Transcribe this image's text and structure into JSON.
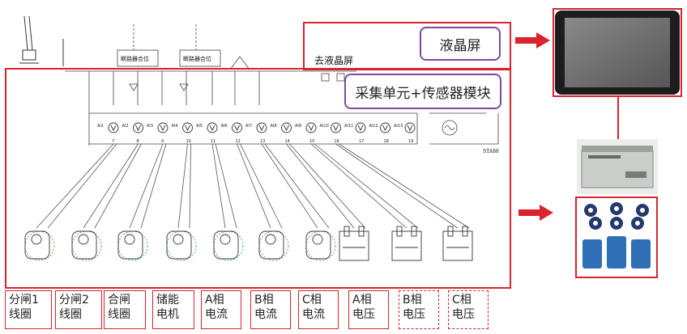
{
  "callouts": {
    "lcd": "液晶屏",
    "collector": "采集单元+传感器模块",
    "to_lcd": "去液晶屏"
  },
  "labels": [
    {
      "line1": "分闸1",
      "line2": "线圈",
      "style": "solid"
    },
    {
      "line1": "分闸2",
      "line2": "线圈",
      "style": "solid"
    },
    {
      "line1": "合闸",
      "line2": "线圈",
      "style": "solid"
    },
    {
      "line1": "储能",
      "line2": "电机",
      "style": "solid"
    },
    {
      "line1": "A相",
      "line2": "电流",
      "style": "solid"
    },
    {
      "line1": "B相",
      "line2": "电流",
      "style": "solid"
    },
    {
      "line1": "C相",
      "line2": "电流",
      "style": "solid"
    },
    {
      "line1": "A相",
      "line2": "电压",
      "style": "solid"
    },
    {
      "line1": "B相",
      "line2": "电压",
      "style": "dashed"
    },
    {
      "line1": "C相",
      "line2": "电压",
      "style": "dashed"
    }
  ],
  "schematic": {
    "breaker_left": "断路器合位",
    "breaker_right": "断路器合位",
    "channels": [
      "AI1",
      "AI2",
      "AI3",
      "AI4",
      "AI5",
      "AI6",
      "AI7",
      "AI8",
      "AI9",
      "AI10",
      "AI11",
      "AI12",
      "AI13"
    ],
    "terminal_nums": [
      "7",
      "8",
      "9",
      "10",
      "11",
      "12",
      "13",
      "14",
      "15",
      "16",
      "17",
      "18",
      "19"
    ],
    "sta": "STA88"
  },
  "colors": {
    "accent_red": "#d9232d",
    "callout_border": "#7b4aa0"
  }
}
